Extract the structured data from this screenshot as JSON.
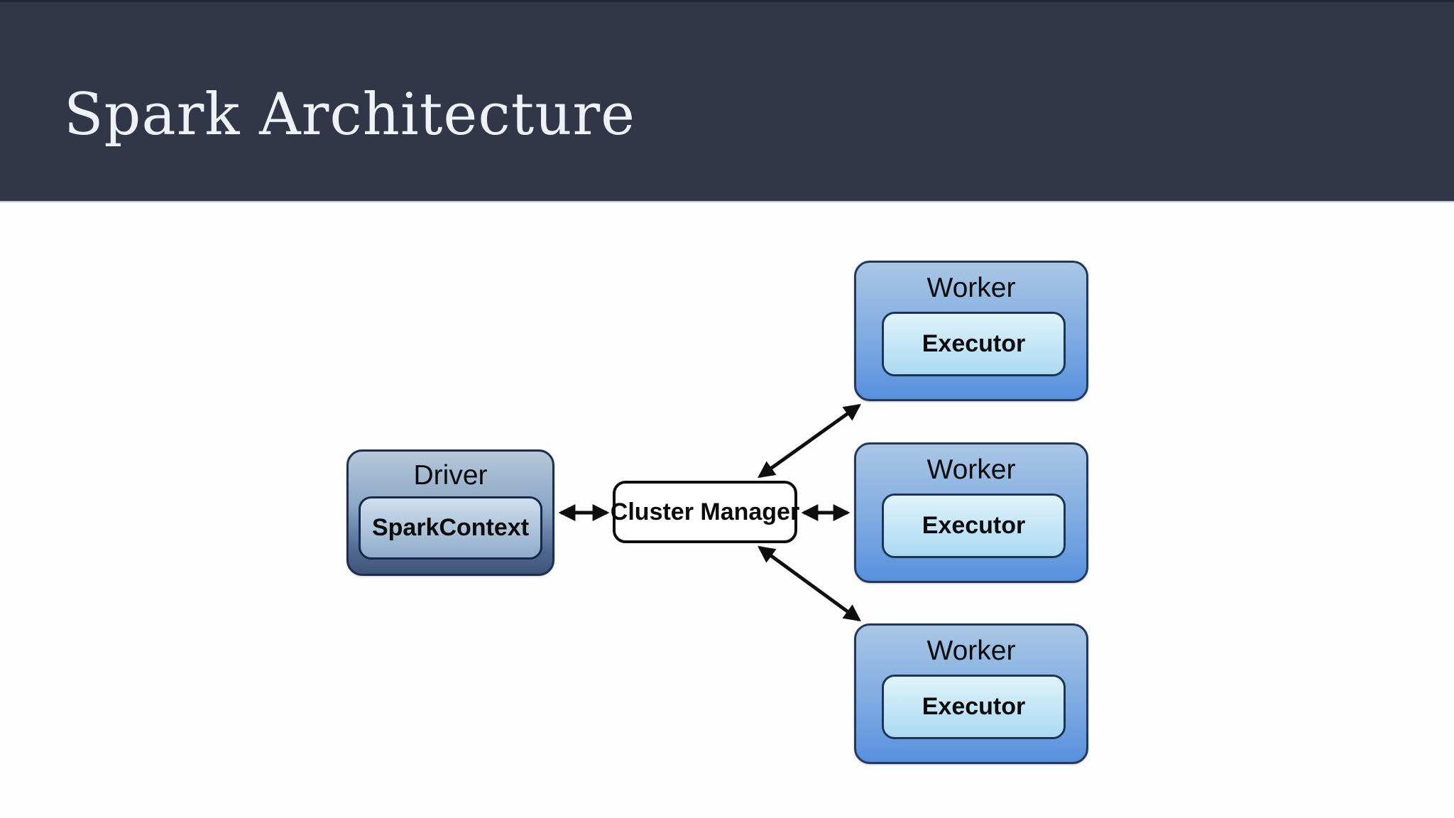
{
  "slide": {
    "title": "Spark Architecture"
  },
  "diagram": {
    "driver": {
      "label": "Driver",
      "child_label": "SparkContext"
    },
    "cluster_manager": {
      "label": "Cluster Manager"
    },
    "workers": [
      {
        "label": "Worker",
        "child_label": "Executor"
      },
      {
        "label": "Worker",
        "child_label": "Executor"
      },
      {
        "label": "Worker",
        "child_label": "Executor"
      }
    ],
    "edges": [
      {
        "from": "Driver",
        "to": "Cluster Manager",
        "bidirectional": true
      },
      {
        "from": "Cluster Manager",
        "to": "Worker 1",
        "bidirectional": true
      },
      {
        "from": "Cluster Manager",
        "to": "Worker 2",
        "bidirectional": true
      },
      {
        "from": "Cluster Manager",
        "to": "Worker 3",
        "bidirectional": true
      }
    ]
  },
  "colors": {
    "header-bg": "#313749",
    "title-color": "#eef1f5",
    "slide-bg": "#fdfdfd",
    "worker-grad-top": "#a9c6e4",
    "worker-grad-bottom": "#5890dd",
    "executor-grad-top": "#dff3fb",
    "executor-grad-bottom": "#abd9f2",
    "driver-grad-top": "#b6c8da",
    "driver-grad-bottom": "#3f5377",
    "sparkcontext-grad-top": "#cfdfee",
    "sparkcontext-grad-bottom": "#8fabc9",
    "arrow-color": "#0e0e0e"
  }
}
